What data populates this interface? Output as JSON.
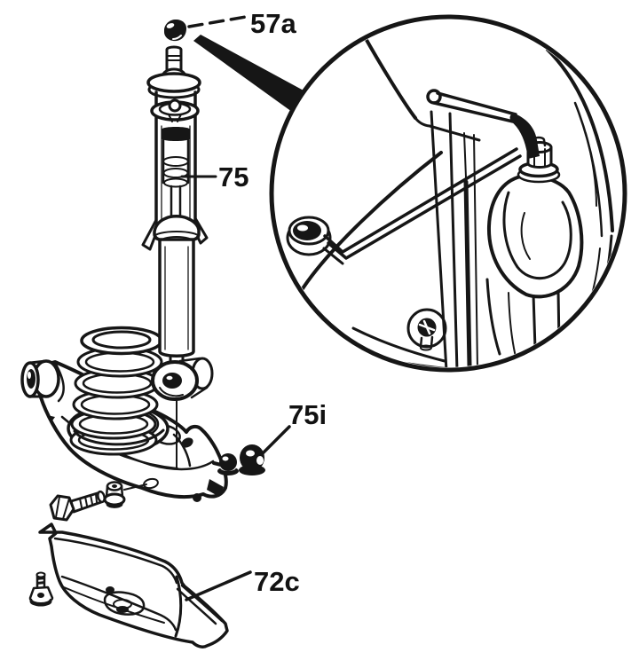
{
  "figure": {
    "background_color": "#ffffff",
    "ink_color": "#161616",
    "callouts": [
      {
        "label": "57a"
      },
      {
        "label": "75"
      },
      {
        "label": "75i"
      },
      {
        "label": "72c"
      }
    ]
  }
}
